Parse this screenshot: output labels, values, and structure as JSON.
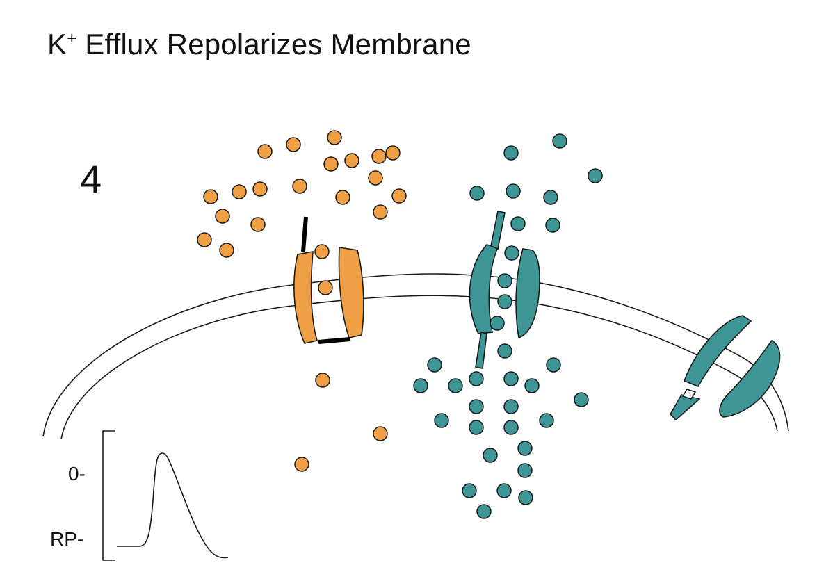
{
  "title": {
    "prefix": "K",
    "superscript": "+",
    "rest": " Efflux Repolarizes Membrane"
  },
  "step_number": "4",
  "graph": {
    "zero_label": "0-",
    "rp_label": "RP-"
  },
  "colors": {
    "sodium": "#f0a044",
    "potassium": "#3e9595",
    "outline": "#1a1a1a",
    "gate": "#000000"
  }
}
